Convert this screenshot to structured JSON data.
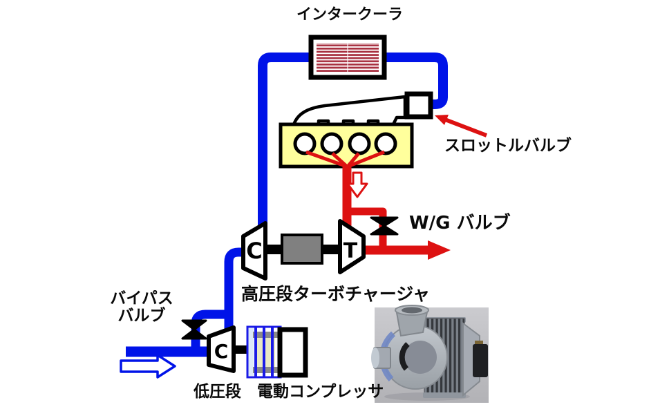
{
  "diagram": {
    "kind": "two-stage-boosting-system-schematic",
    "labels": {
      "intercooler": "インタークーラ",
      "throttle_valve": "スロットルバルブ",
      "wastegate_valve": "W/G バルブ",
      "hp_turbocharger": "高圧段ターボチャージャ",
      "bypass_valve_line1": "バイパス",
      "bypass_valve_line2": "バルブ",
      "lp_electric_compressor": "低圧段　電動コンプレッサ",
      "hp_compressor_letter": "C",
      "hp_turbine_letter": "T",
      "lp_compressor_letter": "C"
    },
    "colors": {
      "pipe_blue": "#0013e8",
      "pipe_red": "#dd1111",
      "engine_yellow": "#ffff9c",
      "bearing_gray": "#808080",
      "intercooler_stripe": "#a83040",
      "motor_stripe_blue": "#1a1ae6",
      "motor_core_yellow": "#e9e9c4",
      "outline_black": "#000000"
    }
  }
}
